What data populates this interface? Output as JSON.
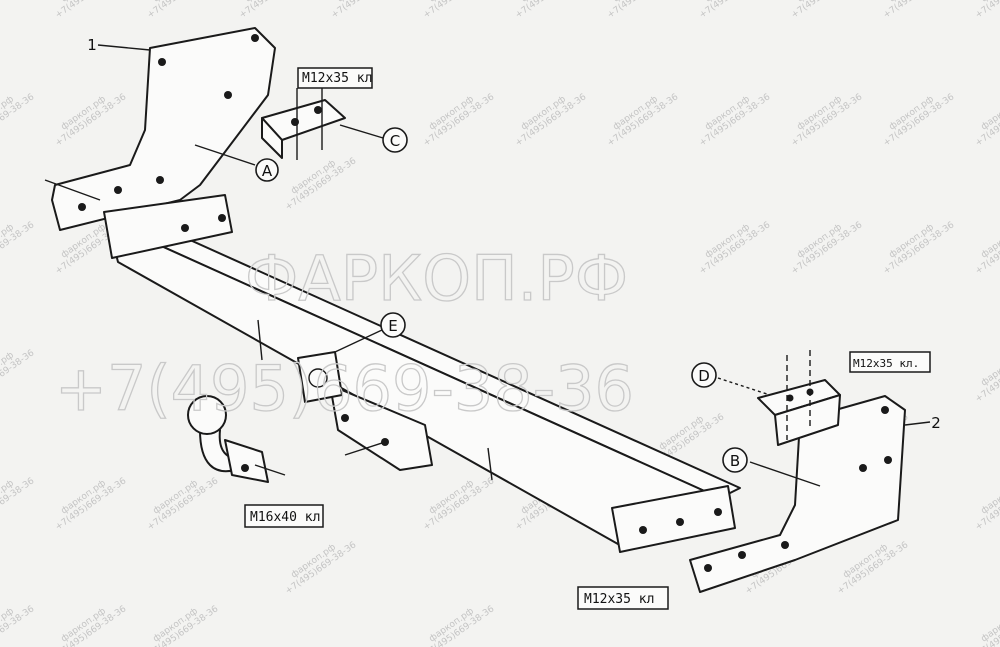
{
  "watermark": {
    "title": "ФАРКОП.РФ",
    "phone": "+7(495)669-38-36",
    "tile_site": "фаркоп.рф",
    "tile_phone": "+7(495)669-38-36"
  },
  "part_numbers": {
    "bracket_left": "1",
    "bracket_right": "2"
  },
  "callouts": {
    "a": "A",
    "b": "B",
    "c": "C",
    "d": "D",
    "e": "E"
  },
  "fastener_labels": {
    "top": "М12х35 кл",
    "right": "М12х35 кл.",
    "ball": "М16х40 кл",
    "bottom": "М12х35 кл"
  },
  "colors": {
    "line": "#1a1a1a",
    "background": "#f3f3f1",
    "watermark": "#c4c4c4"
  }
}
